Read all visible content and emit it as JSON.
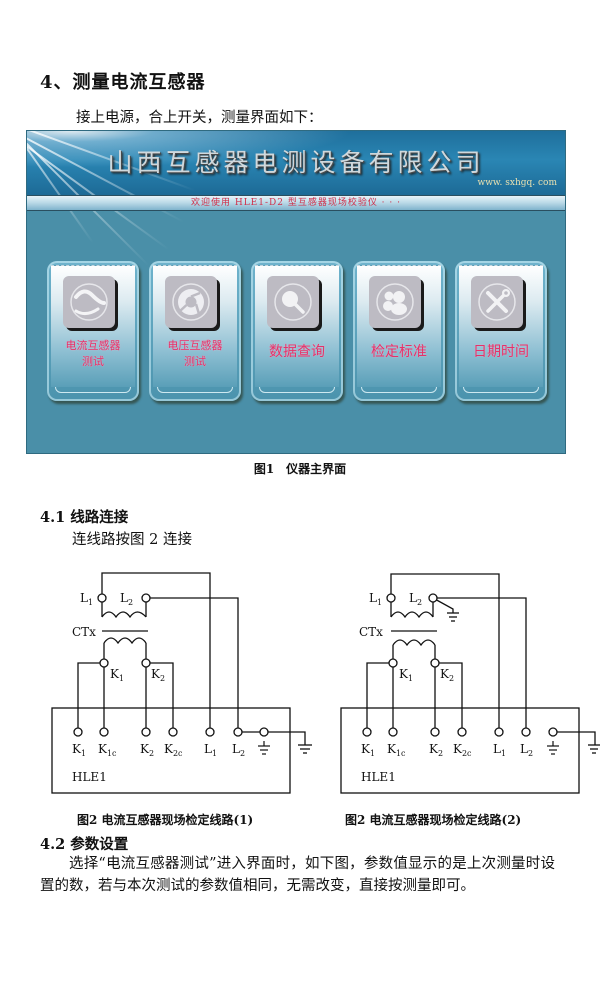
{
  "section": {
    "heading": "4、测量电流互感器",
    "intro": "接上电源，合上开关，测量界面如下："
  },
  "device_screen": {
    "company_name": "山西互感器电测设备有限公司",
    "website": "www. sxhgq. com",
    "welcome": "欢迎使用 HLE1-D2 型互感器现场校验仪 · · ·",
    "colors": {
      "background": "#4a8fa8",
      "label": "#e2336a",
      "icon_tile": "#bdbbc3"
    },
    "tiles": [
      {
        "icon": "wave-icon",
        "label_line1": "电流互感器",
        "label_line2": "测试"
      },
      {
        "icon": "aperture-icon",
        "label_line1": "电压互感器",
        "label_line2": "测试"
      },
      {
        "icon": "search-icon",
        "label_line1": "数据查询",
        "label_line2": ""
      },
      {
        "icon": "users-icon",
        "label_line1": "检定标准",
        "label_line2": ""
      },
      {
        "icon": "tools-icon",
        "label_line1": "日期时间",
        "label_line2": ""
      }
    ]
  },
  "figure1_caption": "图1　仪器主界面",
  "subsection_1": {
    "heading": "4.1  线路连接",
    "text": "连线路按图 2 连接"
  },
  "diagrams": [
    {
      "ct_label": "CTx",
      "primary": [
        "L",
        "1",
        "L",
        "2"
      ],
      "secondary": [
        "K",
        "1",
        "K",
        "2"
      ],
      "terminals": [
        {
          "main": "K",
          "sub": "1"
        },
        {
          "main": "K",
          "sub": "1c"
        },
        {
          "main": "K",
          "sub": "2"
        },
        {
          "main": "K",
          "sub": "2c"
        },
        {
          "main": "L",
          "sub": "1"
        },
        {
          "main": "L",
          "sub": "2"
        },
        {
          "main": "⏚",
          "sub": ""
        }
      ],
      "device": "HLE1",
      "caption": "图2  电流互感器现场检定线路(1)"
    },
    {
      "ct_label": "CTx",
      "primary": [
        "L",
        "1",
        "L",
        "2"
      ],
      "secondary": [
        "K",
        "1",
        "K",
        "2"
      ],
      "terminals": [
        {
          "main": "K",
          "sub": "1"
        },
        {
          "main": "K",
          "sub": "1c"
        },
        {
          "main": "K",
          "sub": "2"
        },
        {
          "main": "K",
          "sub": "2c"
        },
        {
          "main": "L",
          "sub": "1"
        },
        {
          "main": "L",
          "sub": "2"
        },
        {
          "main": "⏚",
          "sub": ""
        }
      ],
      "device": "HLE1",
      "caption": "图2  电流互感器现场检定线路(2)"
    }
  ],
  "subsection_2": {
    "heading": "4.2  参数设置",
    "text": "选择“电流互感器测试”进入界面时，如下图，参数值显示的是上次测量时设置的数，若与本次测试的参数值相同，无需改变，直接按测量即可。"
  }
}
